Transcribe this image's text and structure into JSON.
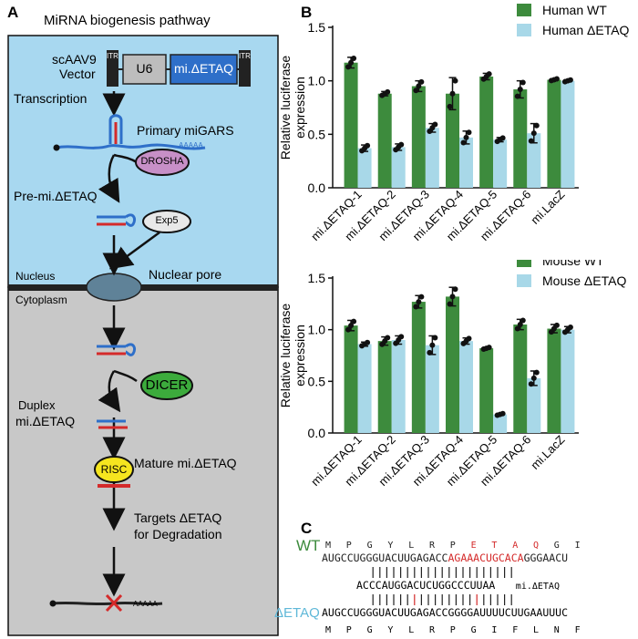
{
  "panel_a": {
    "letter": "A",
    "title": "MiRNA biogenesis pathway",
    "vector_label_1": "scAAV9",
    "vector_label_2": "Vector",
    "itr": "ITR",
    "u6": "U6",
    "cassette": "mi.ΔETAQ",
    "transcription": "Transcription",
    "primary": "Primary miGARS",
    "polya": "AAAAA",
    "drosha": "DROSHA",
    "pre": "Pre-mi.ΔETAQ",
    "exp5": "Exp5",
    "nucleus": "Nucleus",
    "nuclear_pore": "Nuclear pore",
    "cytoplasm": "Cytoplasm",
    "dicer": "DICER",
    "duplex_1": "Duplex",
    "duplex_2": "mi.ΔETAQ",
    "mature": "Mature mi.ΔETAQ",
    "risc": "RISC",
    "targets_1": "Targets ΔETAQ",
    "targets_2": "for Degradation",
    "polya2": "AAAAA",
    "colors": {
      "nucleus": "#a8d8f0",
      "cytoplasm": "#c8c8c8",
      "drosha": "#c78fc7",
      "dicer": "#3cab3c",
      "risc": "#f5e51f",
      "cassette": "#2e6fc9"
    }
  },
  "panel_b": {
    "letter": "B",
    "chart_data": [
      {
        "type": "bar",
        "categories": [
          "mi.ΔETAQ-1",
          "mi.ΔETAQ-2",
          "mi.ΔETAQ-3",
          "mi.ΔETAQ-4",
          "mi.ΔETAQ-5",
          "mi.ΔETAQ-6",
          "mi.LacZ"
        ],
        "ylabel": "Relative luciferase expression",
        "ylim": [
          0,
          1.5
        ],
        "yticks": [
          "0.0",
          "0.5",
          "1.0",
          "1.5"
        ],
        "legend_position": "top-right",
        "series": [
          {
            "name": "Human WT",
            "color": "#3d8b3d",
            "values": [
              1.17,
              0.88,
              0.95,
              0.88,
              1.04,
              0.92,
              1.01
            ],
            "err": [
              0.05,
              0.02,
              0.05,
              0.15,
              0.03,
              0.08,
              0.01
            ]
          },
          {
            "name": "Human ΔETAQ",
            "color": "#a8d8e8",
            "values": [
              0.37,
              0.38,
              0.56,
              0.47,
              0.45,
              0.51,
              1.0
            ],
            "err": [
              0.03,
              0.03,
              0.04,
              0.06,
              0.02,
              0.09,
              0.01
            ]
          }
        ]
      },
      {
        "type": "bar",
        "categories": [
          "mi.ΔETAQ-1",
          "mi.ΔETAQ-2",
          "mi.ΔETAQ-3",
          "mi.ΔETAQ-4",
          "mi.ΔETAQ-5",
          "mi.ΔETAQ-6",
          "mi.LacZ"
        ],
        "ylabel": "Relative luciferase expression",
        "ylim": [
          0,
          1.5
        ],
        "yticks": [
          "0.0",
          "0.5",
          "1.0",
          "1.5"
        ],
        "legend_position": "top-right",
        "series": [
          {
            "name": "Mouse WT",
            "color": "#3d8b3d",
            "values": [
              1.04,
              0.89,
              1.27,
              1.32,
              0.82,
              1.05,
              1.01
            ],
            "err": [
              0.05,
              0.04,
              0.06,
              0.09,
              0.01,
              0.05,
              0.04
            ]
          },
          {
            "name": "Mouse ΔETAQ",
            "color": "#a8d8e8",
            "values": [
              0.86,
              0.9,
              0.85,
              0.89,
              0.18,
              0.53,
              1.0
            ],
            "err": [
              0.02,
              0.04,
              0.09,
              0.03,
              0.01,
              0.07,
              0.03
            ]
          }
        ]
      }
    ]
  },
  "panel_c": {
    "letter": "C",
    "wt_label": "WT",
    "mut_label": "ΔETAQ",
    "mi_label": "mi.ΔETAQ",
    "wt_aa": [
      "M",
      "P",
      "G",
      "Y",
      "L",
      "R",
      "P",
      "E",
      "T",
      "A",
      "Q",
      "G",
      "I"
    ],
    "wt_seq_black": "AUGCCUGGGUACUUGAGACC",
    "wt_seq_red": "AGAAACUGCACA",
    "wt_seq_tail": "GGGAACU",
    "mi_seq": "ACCCAUGGACUCUGGCCCUUAA",
    "mut_seq": "AUGCCUGGGUACUUGAGACCGGGGAUUUUCUUGAAUUUC",
    "mut_aa": [
      "M",
      "P",
      "G",
      "Y",
      "L",
      "R",
      "P",
      "G",
      "I",
      "F",
      "L",
      "N",
      "F"
    ],
    "colors": {
      "wt": "#3d8b3d",
      "mut": "#5fb8d8",
      "highlight": "#d42a2a"
    }
  }
}
